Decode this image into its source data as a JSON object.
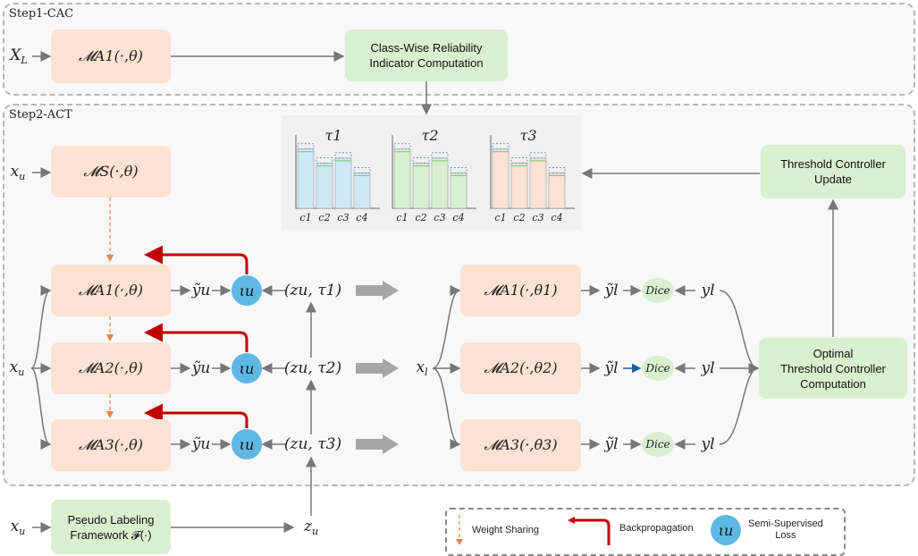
{
  "step1": {
    "label": "Step1-CAC"
  },
  "step2": {
    "label": "Step2-ACT"
  },
  "inputs": {
    "XL": "X_L",
    "xu": "x_u",
    "xl": "x_l",
    "zu": "z_u"
  },
  "models": {
    "step1": "𝓜A1(·,θ)",
    "student": "𝓜S(·,θ)",
    "a1": "𝓜A1(·,θ)",
    "a2": "𝓜A2(·,θ)",
    "a3": "𝓜A3(·,θ)",
    "a1_theta1": "𝓜A1(·,θ1)",
    "a2_theta2": "𝓜A2(·,θ2)",
    "a3_theta3": "𝓜A3(·,θ3)"
  },
  "green_boxes": {
    "reliability": "Class-Wise Reliability\nIndicator Computation",
    "threshold_update": "Threshold Controller\nUpdate",
    "optimal": "Optimal\nThreshold Controller\nComputation",
    "pseudo": "Pseudo Labeling\nFramework 𝓕(·)"
  },
  "labels": {
    "y_tilde_u": "ỹu",
    "y_tilde_l": "ỹl",
    "y_l": "yl",
    "l_u": "ιu",
    "dice": "Dice",
    "zu_tau1": "(zu, τ1)",
    "zu_tau2": "(zu, τ2)",
    "zu_tau3": "(zu, τ3)"
  },
  "chart_data": [
    {
      "type": "bar",
      "title": "τ1",
      "categories": [
        "c1",
        "c2",
        "c3",
        "c4"
      ],
      "values": [
        0.92,
        0.7,
        0.78,
        0.55
      ],
      "color": "#cfe8f7"
    },
    {
      "type": "bar",
      "title": "τ2",
      "categories": [
        "c1",
        "c2",
        "c3",
        "c4"
      ],
      "values": [
        0.92,
        0.7,
        0.78,
        0.55
      ],
      "color": "#d8f0cf"
    },
    {
      "type": "bar",
      "title": "τ3",
      "categories": [
        "c1",
        "c2",
        "c3",
        "c4"
      ],
      "values": [
        0.92,
        0.7,
        0.78,
        0.55
      ],
      "color": "#fbe2d3"
    }
  ],
  "legend": {
    "weight_sharing": "Weight Sharing",
    "backprop": "Backpropagation",
    "semi_loss": "Semi-Supervised\nLoss",
    "lu": "ιu"
  },
  "colors": {
    "model_fill": "#fbe2d3",
    "green_fill": "#d8f0cf",
    "loss_fill": "#5fb7e4",
    "backprop": "#c00000",
    "weight_share": "#e8874a"
  }
}
